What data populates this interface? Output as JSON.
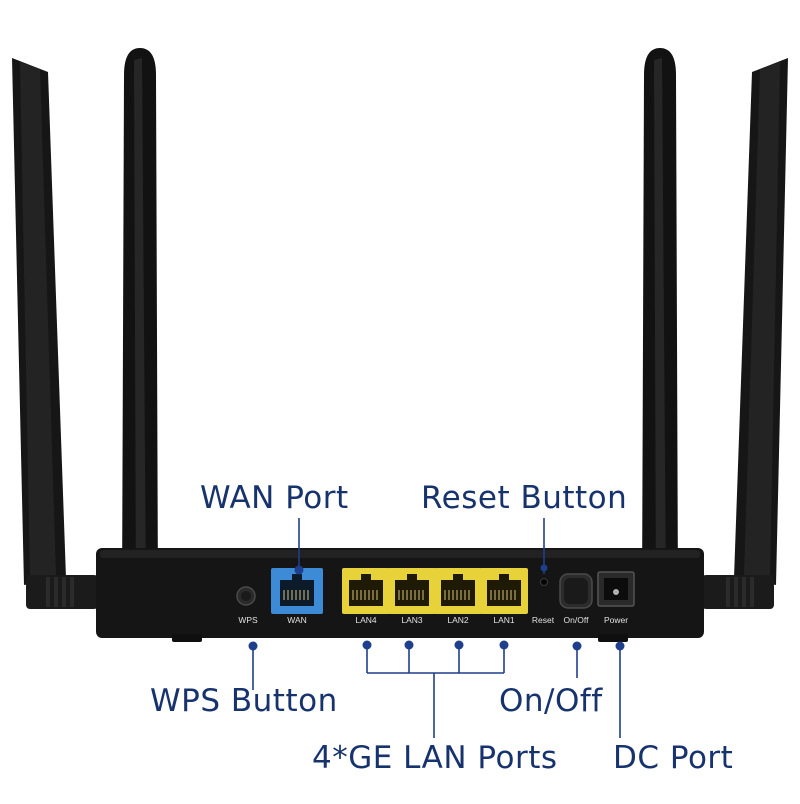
{
  "callouts": {
    "wan_port": "WAN Port",
    "reset_button": "Reset Button",
    "wps_button": "WPS Button",
    "lan_ports": "4*GE LAN Ports",
    "on_off": "On/Off",
    "dc_port": "DC Port"
  },
  "panel_labels": {
    "wps": "WPS",
    "wan": "WAN",
    "lan4": "LAN4",
    "lan3": "LAN3",
    "lan2": "LAN2",
    "lan1": "LAN1",
    "reset": "Reset",
    "on_off": "On/Off",
    "power": "Power"
  },
  "colors": {
    "callout_text": "#17336e",
    "leader_line": "#1e3f8c",
    "wan_port": "#3d8ad6",
    "lan_port": "#e8d23a",
    "router_body": "#151515"
  },
  "antenna_count": 4
}
